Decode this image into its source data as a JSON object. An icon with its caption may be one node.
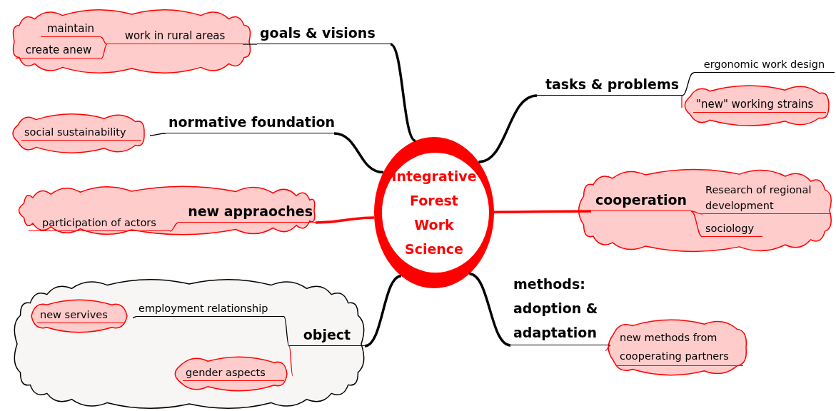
{
  "diagram": {
    "nodes": [
      {
        "text": [],
        "shape": "cloud"
      },
      {
        "text": [
          "maintain"
        ],
        "in": 0
      },
      {
        "text": [
          "work in rural areas"
        ],
        "in": 0
      },
      {
        "text": [
          "create anew"
        ],
        "in": 0
      },
      {
        "text": [
          "goals & visions"
        ]
      },
      {
        "text": [
          "ergonomic work design"
        ]
      },
      {
        "text": [
          "tasks & problems"
        ]
      },
      {
        "text": [
          "\"new\" working strains"
        ]
      },
      {
        "text": [
          "social sustainability"
        ]
      },
      {
        "text": [
          "normative foundation"
        ]
      },
      {
        "text": [
          "Integrative Forest Work Science"
        ]
      },
      {
        "text": [],
        "shape": "cloud"
      },
      {
        "text": [
          "participation of actors"
        ],
        "in": 11
      },
      {
        "text": [
          "new appraoches"
        ],
        "in": 11
      },
      {
        "text": [],
        "shape": "cloud"
      },
      {
        "text": [
          "cooperation"
        ],
        "in": 14
      },
      {
        "text": [
          "Research of regional development"
        ],
        "in": 14
      },
      {
        "text": [
          "sociology"
        ],
        "in": 14
      },
      {
        "text": [
          "methods: adoption & adaptation"
        ]
      },
      {
        "text": [
          "new methods from cooperating partners"
        ]
      },
      {
        "text": [],
        "shape": "cloud"
      },
      {
        "text": [
          "new servives"
        ],
        "in": 20
      },
      {
        "text": [
          "employment relationship"
        ],
        "in": 20
      },
      {
        "text": [
          "object"
        ],
        "in": 20
      },
      {
        "text": [
          "gender aspects"
        ],
        "in": 20
      }
    ],
    "edges": [
      {
        "from": 10,
        "to": 4,
        "arrow": "none",
        "style": "thick"
      },
      {
        "from": 4,
        "to": 2,
        "arrow": "none"
      },
      {
        "from": 2,
        "to": 1,
        "arrow": "none",
        "color": "#ff0000"
      },
      {
        "from": 2,
        "to": 3,
        "arrow": "none",
        "color": "#ff0000"
      },
      {
        "from": 10,
        "to": 6,
        "arrow": "none",
        "style": "thick"
      },
      {
        "from": 6,
        "to": 5,
        "arrow": "none"
      },
      {
        "from": 6,
        "to": 7,
        "arrow": "none",
        "color": "#ff0000"
      },
      {
        "from": 10,
        "to": 9,
        "arrow": "none",
        "style": "thick"
      },
      {
        "from": 9,
        "to": 8,
        "arrow": "none"
      },
      {
        "from": 10,
        "to": 13,
        "arrow": "none",
        "style": "thick",
        "color": "#ff0000"
      },
      {
        "from": 13,
        "to": 12,
        "arrow": "none",
        "color": "#ff0000"
      },
      {
        "from": 10,
        "to": 15,
        "arrow": "none",
        "style": "thick",
        "color": "#ff0000"
      },
      {
        "from": 15,
        "to": 16,
        "arrow": "none",
        "color": "#ff0000"
      },
      {
        "from": 15,
        "to": 17,
        "arrow": "none",
        "color": "#ff0000"
      },
      {
        "from": 10,
        "to": 18,
        "arrow": "none",
        "style": "thick"
      },
      {
        "from": 18,
        "to": 19,
        "arrow": "none",
        "color": "#ff0000"
      },
      {
        "from": 10,
        "to": 23,
        "arrow": "none",
        "style": "thick"
      },
      {
        "from": 23,
        "to": 22,
        "arrow": "none"
      },
      {
        "from": 22,
        "to": 21,
        "arrow": "none"
      },
      {
        "from": 23,
        "to": 24,
        "arrow": "none",
        "color": "#ff0000"
      }
    ]
  }
}
